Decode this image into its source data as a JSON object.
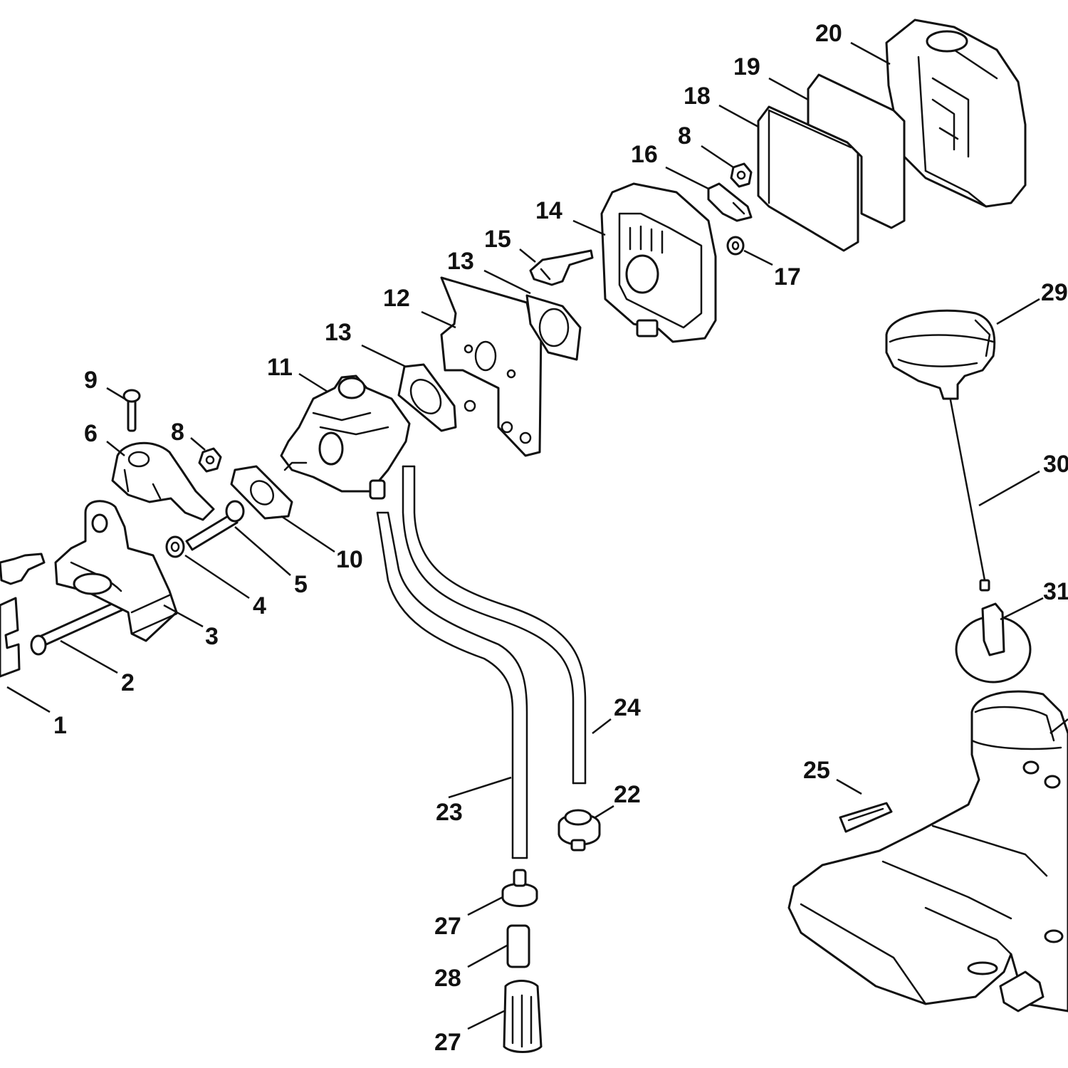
{
  "callouts": {
    "c1": "1",
    "c2": "2",
    "c3": "3",
    "c4": "4",
    "c5": "5",
    "c6": "6",
    "c8a": "8",
    "c8b": "8",
    "c9": "9",
    "c10": "10",
    "c11": "11",
    "c12": "12",
    "c13a": "13",
    "c13b": "13",
    "c14": "14",
    "c15": "15",
    "c16": "16",
    "c17": "17",
    "c18": "18",
    "c19": "19",
    "c20": "20",
    "c22": "22",
    "c23": "23",
    "c24": "24",
    "c25": "25",
    "c27a": "27",
    "c27b": "27",
    "c28": "28",
    "c29": "29",
    "c30": "30",
    "c31": "31"
  },
  "colors": {
    "line": "#111111",
    "background": "#ffffff"
  }
}
